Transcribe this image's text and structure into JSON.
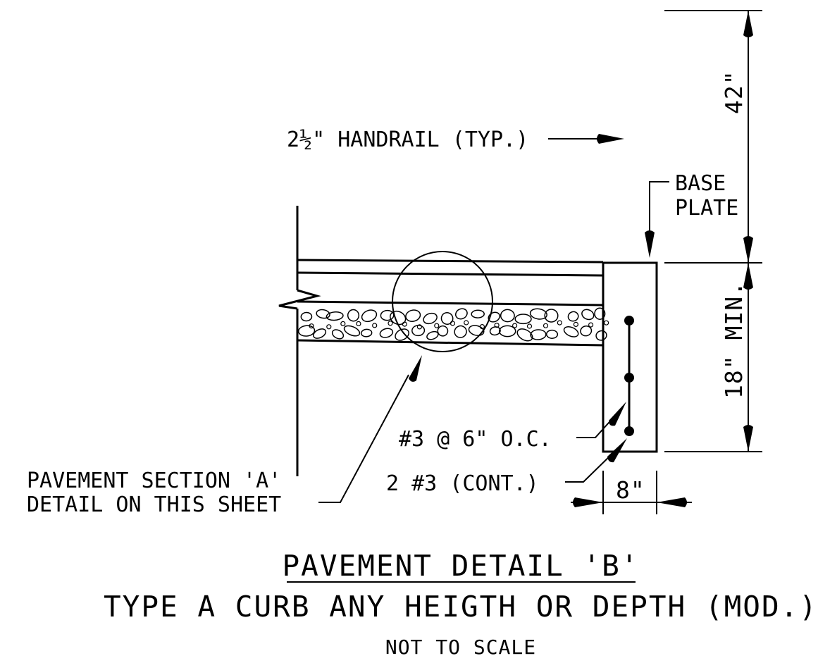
{
  "labels": {
    "handrail": "2½\" HANDRAIL (TYP.)",
    "base_plate_line1": "BASE",
    "base_plate_line2": "PLATE",
    "dim_42": "42\"",
    "dim_18_min": "18\" MIN.",
    "rebar_spacing": "#3 @ 6\" O.C.",
    "rebar_cont": "2 #3 (CONT.)",
    "dim_8": "8\"",
    "pavement_ref_line1": "PAVEMENT SECTION 'A'",
    "pavement_ref_line2": "DETAIL ON THIS SHEET"
  },
  "title": {
    "main": "PAVEMENT DETAIL 'B'",
    "subtitle": "TYPE A CURB ANY HEIGTH OR DEPTH (MOD.)",
    "scale_note": "NOT TO SCALE"
  }
}
